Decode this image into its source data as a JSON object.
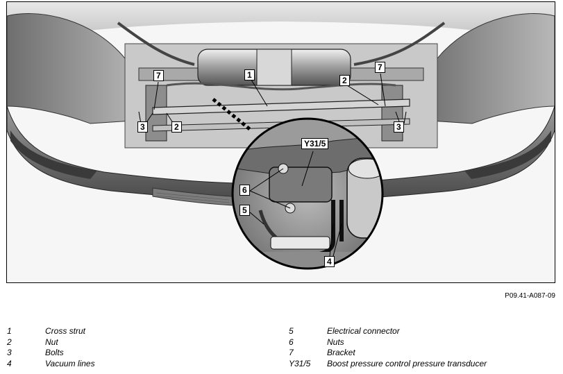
{
  "figure": {
    "code": "P09.41-A087-09",
    "callouts": {
      "c1": "1",
      "c2a": "2",
      "c2b": "2",
      "c3a": "3",
      "c3b": "3",
      "c4": "4",
      "c5": "5",
      "c6": "6",
      "c7a": "7",
      "c7b": "7",
      "cY": "Y31/5"
    }
  },
  "legend": {
    "left": [
      {
        "num": "1",
        "label": "Cross strut"
      },
      {
        "num": "2",
        "label": "Nut"
      },
      {
        "num": "3",
        "label": "Bolts"
      },
      {
        "num": "4",
        "label": "Vacuum lines"
      }
    ],
    "right": [
      {
        "num": "5",
        "label": "Electrical connector"
      },
      {
        "num": "6",
        "label": "Nuts"
      },
      {
        "num": "7",
        "label": "Bracket"
      },
      {
        "num": "Y31/5",
        "label": "Boost pressure control pressure transducer"
      }
    ]
  }
}
